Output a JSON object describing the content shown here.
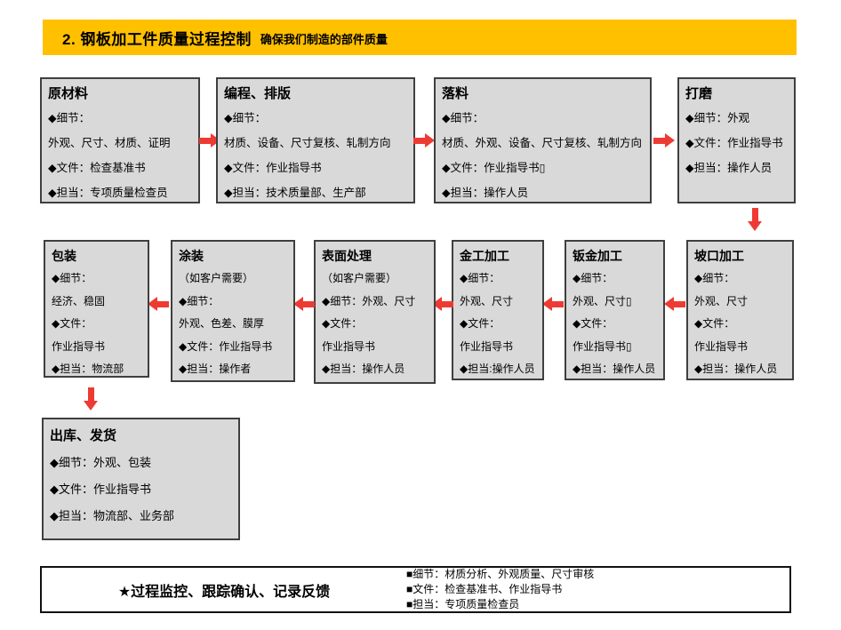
{
  "banner": {
    "number_title": "2. 钢板加工件质量过程控制",
    "subtitle": "确保我们制造的部件质量"
  },
  "colors": {
    "banner_bg": "#FFC000",
    "box_fill": "#D9D9D9",
    "box_border": "#3F3F3F",
    "arrow_red": "#ED3B33",
    "text": "#000000"
  },
  "boxes": [
    {
      "title": "原材料",
      "lines": [
        "◆细节：",
        "外观、尺寸、材质、证明",
        "◆文件：检查基准书",
        "◆担当：专项质量检查员"
      ]
    },
    {
      "title": "编程、排版",
      "lines": [
        "◆细节：",
        "材质、设备、尺寸复核、轧制方向",
        "◆文件：作业指导书",
        "◆担当：技术质量部、生产部"
      ]
    },
    {
      "title": "落料",
      "lines": [
        "◆细节：",
        "材质、外观、设备、尺寸复核、轧制方向",
        "◆文件：作业指导书▯",
        "◆担当：操作人员"
      ]
    },
    {
      "title": "打磨",
      "lines": [
        "◆细节：外观",
        "◆文件：作业指导书",
        "◆担当：操作人员"
      ]
    },
    {
      "title": "坡口加工",
      "lines": [
        "◆细节：",
        "外观、尺寸",
        "◆文件：",
        "作业指导书",
        "◆担当：操作人员"
      ]
    },
    {
      "title": "钣金加工",
      "lines": [
        "◆细节：",
        "外观、尺寸▯",
        "◆文件：",
        "作业指导书▯",
        "◆担当：操作人员"
      ]
    },
    {
      "title": "金工加工",
      "lines": [
        "◆细节：",
        "外观、尺寸",
        "◆文件：",
        "作业指导书",
        "◆担当:操作人员"
      ]
    },
    {
      "title": "表面处理",
      "lines": [
        "（如客户需要）",
        "◆细节：外观、尺寸",
        "◆文件：",
        "作业指导书",
        "◆担当：操作人员"
      ]
    },
    {
      "title": "涂装",
      "lines": [
        "（如客户需要）",
        "◆细节：",
        "外观、色差、膜厚",
        "◆文件：作业指导书",
        "◆担当：操作者"
      ]
    },
    {
      "title": "包装",
      "lines": [
        "◆细节：",
        "经济、稳固",
        "◆文件：",
        "作业指导书",
        "◆担当：物流部"
      ]
    },
    {
      "title": "出库、发货",
      "lines": [
        "◆细节：外观、包装",
        "◆文件：作业指导书",
        "◆担当：物流部、业务部"
      ]
    }
  ],
  "summary": {
    "headline": "★过程监控、跟踪确认、记录反馈",
    "lines": [
      "■细节：材质分析、外观质量、尺寸审核",
      "■文件：检查基准书、作业指导书",
      "■担当：专项质量检查员"
    ]
  }
}
